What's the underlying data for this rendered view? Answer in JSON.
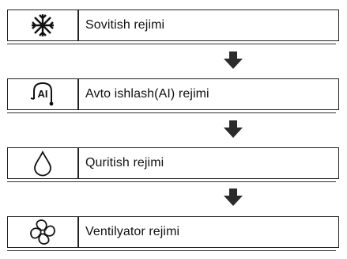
{
  "modes": [
    {
      "label": "Sovitish rejimi",
      "icon": "snowflake-icon"
    },
    {
      "label": "Avto ishlash(AI) rejimi",
      "icon": "ai-auto-icon",
      "icon_text": "AI"
    },
    {
      "label": "Quritish rejimi",
      "icon": "water-drop-icon"
    },
    {
      "label": "Ventilyator rejimi",
      "icon": "fan-icon"
    }
  ],
  "arrow_icon": "arrow-down-icon",
  "colors": {
    "line": "#222222",
    "text": "#111111",
    "arrow": "#2b2b2b",
    "background": "#ffffff"
  }
}
